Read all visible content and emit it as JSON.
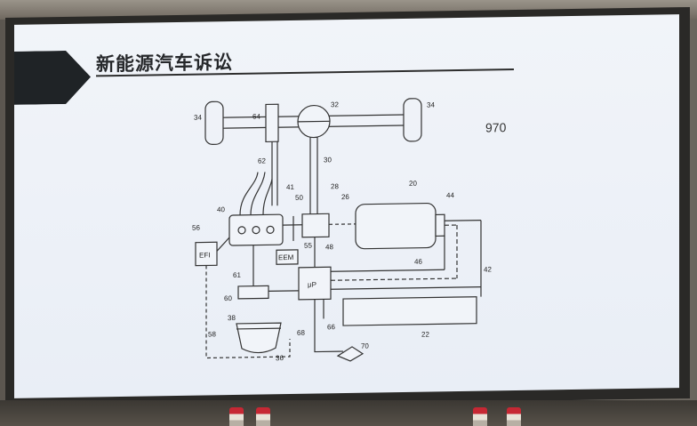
{
  "slide": {
    "title": "新能源汽车诉讼",
    "page_number": "970"
  },
  "diagram": {
    "labels": {
      "l34a": "34",
      "l64": "64",
      "l32": "32",
      "l34b": "34",
      "l62": "62",
      "l30": "30",
      "l41": "41",
      "l50": "50",
      "l28": "28",
      "l26": "26",
      "l20": "20",
      "l44": "44",
      "l40": "40",
      "l56": "56",
      "l55": "55",
      "l48": "48",
      "l46": "46",
      "l42": "42",
      "l61": "61",
      "l60": "60",
      "l38": "38",
      "l58": "58",
      "l68": "68",
      "l66": "66",
      "l22": "22",
      "l36": "36",
      "l70": "70",
      "efi": "EFI",
      "eem": "EEM",
      "up": "μP"
    }
  }
}
